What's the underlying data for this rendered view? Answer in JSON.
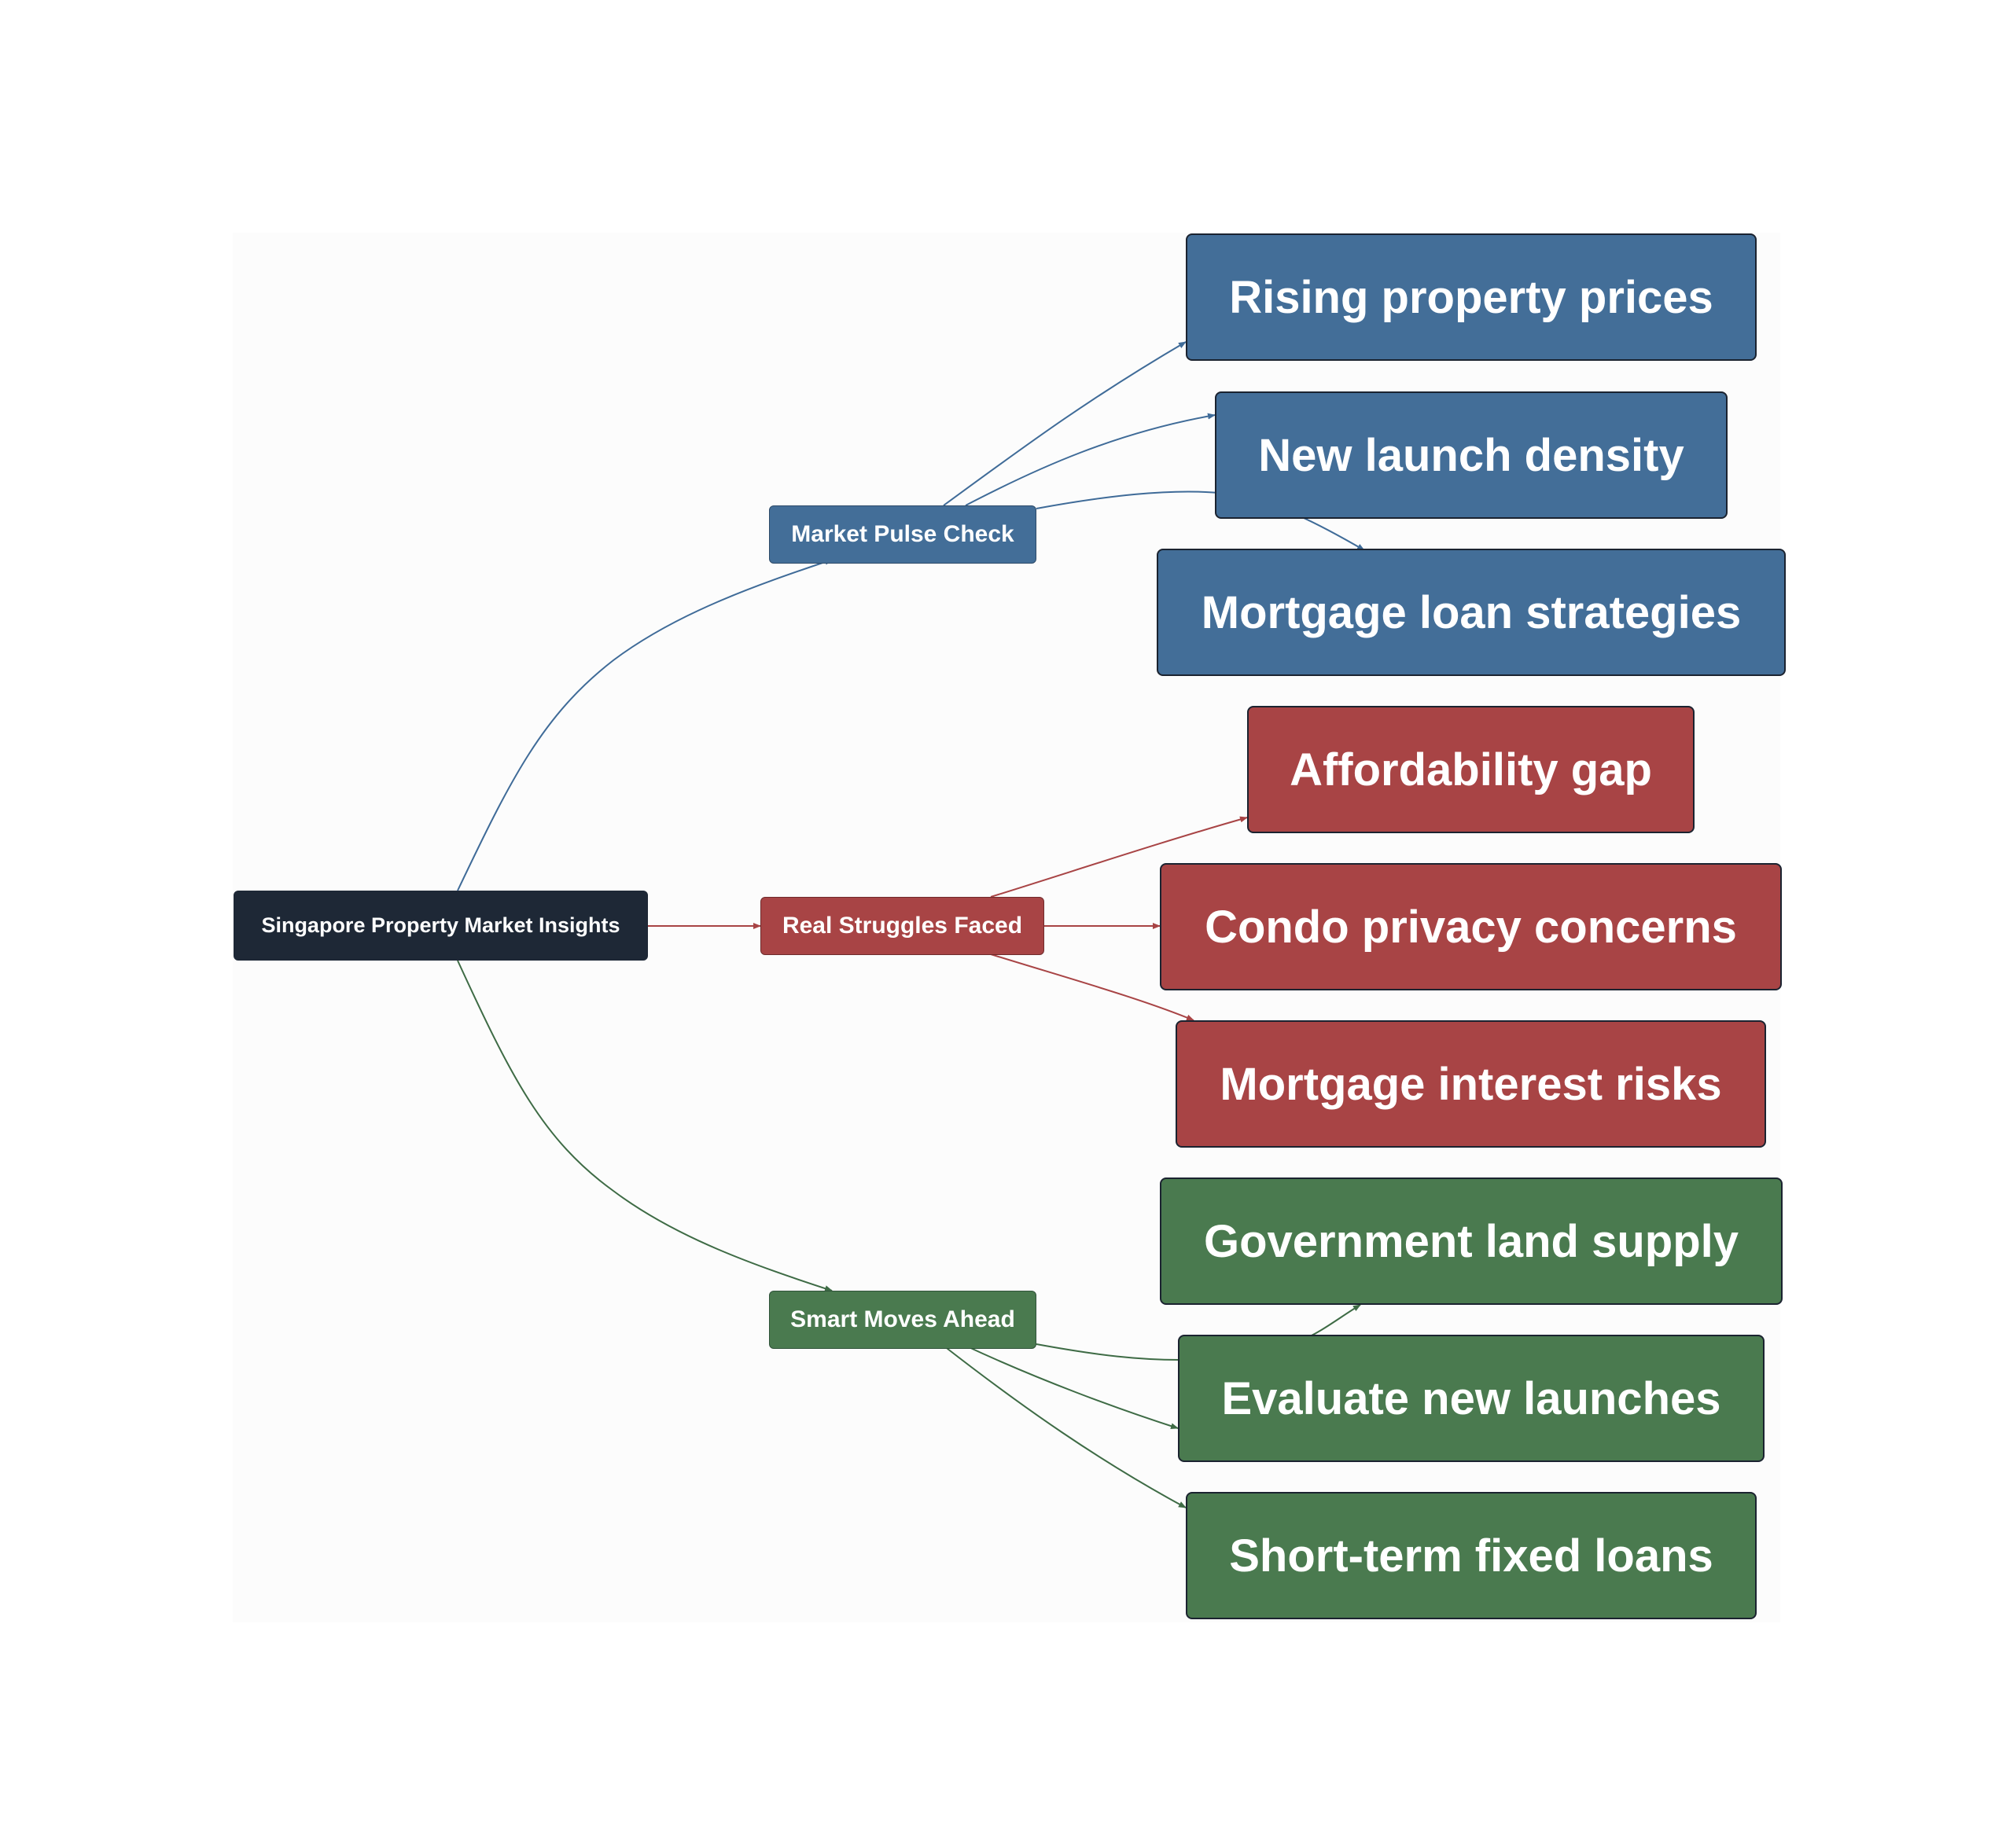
{
  "colors": {
    "root": "#1e2836",
    "market": "#436e98",
    "struggles": "#a84445",
    "moves": "#4a7a4f",
    "edge_market": "#3f6b98",
    "edge_struggles": "#a84445",
    "edge_moves": "#3e6b45",
    "background": "#fcfcfc"
  },
  "root": {
    "label": "Singapore Property Market Insights"
  },
  "branches": [
    {
      "id": "market",
      "label": "Market Pulse Check",
      "children": [
        "Rising property prices",
        "New launch density",
        "Mortgage loan strategies"
      ]
    },
    {
      "id": "struggles",
      "label": "Real Struggles Faced",
      "children": [
        "Affordability gap",
        "Condo privacy concerns",
        "Mortgage interest risks"
      ]
    },
    {
      "id": "moves",
      "label": "Smart Moves Ahead",
      "children": [
        "Government land supply",
        "Evaluate new launches",
        "Short-term fixed loans"
      ]
    }
  ]
}
